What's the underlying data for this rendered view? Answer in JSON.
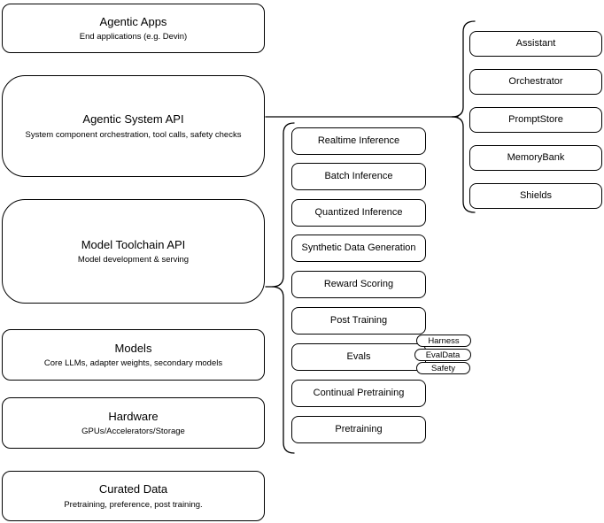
{
  "diagram": {
    "left_column": [
      {
        "title": "Agentic Apps",
        "subtitle": "End applications (e.g. Devin)"
      },
      {
        "title": "Agentic System API",
        "subtitle": "System component orchestration, tool calls, safety checks"
      },
      {
        "title": "Model Toolchain API",
        "subtitle": "Model development & serving"
      },
      {
        "title": "Models",
        "subtitle": "Core LLMs, adapter weights, secondary models"
      },
      {
        "title": "Hardware",
        "subtitle": "GPUs/Accelerators/Storage"
      },
      {
        "title": "Curated Data",
        "subtitle": "Pretraining, preference, post training."
      }
    ],
    "toolchain_items": [
      "Realtime Inference",
      "Batch Inference",
      "Quantized Inference",
      "Synthetic Data Generation",
      "Reward Scoring",
      "Post Training",
      "Evals",
      "Continual Pretraining",
      "Pretraining"
    ],
    "system_components": [
      "Assistant",
      "Orchestrator",
      "PromptStore",
      "MemoryBank",
      "Shields"
    ],
    "eval_tags": [
      "Harness",
      "EvalData",
      "Safety"
    ],
    "colors": {
      "stroke": "#000000",
      "fill": "#ffffff",
      "background": "#ffffff"
    }
  }
}
